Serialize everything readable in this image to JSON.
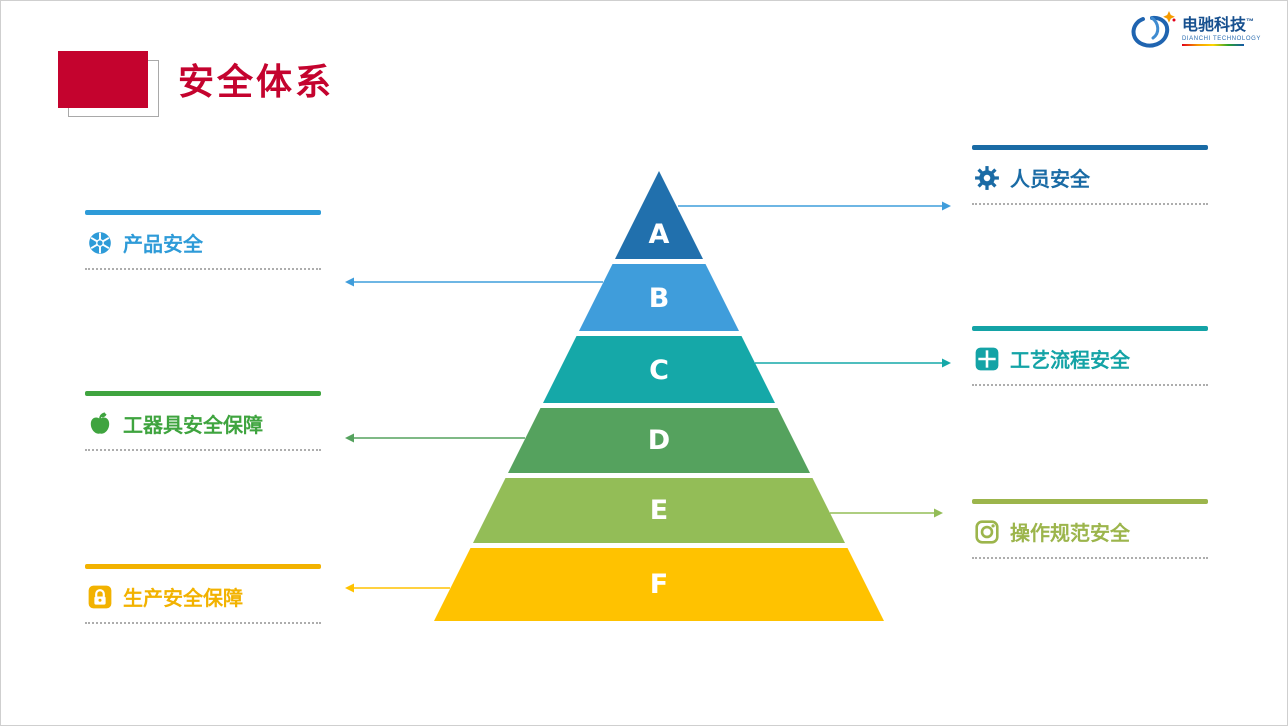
{
  "slide": {
    "title": "安全体系",
    "title_color": "#c4032e",
    "box_color": "#c4032e"
  },
  "logo": {
    "brand": "电驰科技",
    "tm": "™",
    "caption": "DIANCHI TECHNOLOGY"
  },
  "pyramid": {
    "levels": [
      {
        "label": "A",
        "color": "#2170ad"
      },
      {
        "label": "B",
        "color": "#3f9ddb"
      },
      {
        "label": "C",
        "color": "#15a8a8"
      },
      {
        "label": "D",
        "color": "#55a25e"
      },
      {
        "label": "E",
        "color": "#93bd57"
      },
      {
        "label": "F",
        "color": "#ffc200"
      }
    ]
  },
  "arrows": [
    {
      "level": "A",
      "side": "right",
      "color": "#3f9ddb"
    },
    {
      "level": "B",
      "side": "left",
      "color": "#3f9ddb"
    },
    {
      "level": "C",
      "side": "right",
      "color": "#15a8a8"
    },
    {
      "level": "D",
      "side": "left",
      "color": "#55a25e"
    },
    {
      "level": "E",
      "side": "right",
      "color": "#93bd57"
    },
    {
      "level": "F",
      "side": "left",
      "color": "#ffc200"
    }
  ],
  "labels": {
    "left": [
      {
        "text": "产品安全",
        "color": "#2e9bd8",
        "icon": "aperture-icon"
      },
      {
        "text": "工器具安全保障",
        "color": "#3fa43f",
        "icon": "apple-icon"
      },
      {
        "text": "生产安全保障",
        "color": "#f2b200",
        "icon": "lock-icon"
      }
    ],
    "right": [
      {
        "text": "人员安全",
        "color": "#1a6ba5",
        "icon": "gear-icon"
      },
      {
        "text": "工艺流程安全",
        "color": "#14a3a6",
        "icon": "window-grid-icon"
      },
      {
        "text": "操作规范安全",
        "color": "#9cb54c",
        "icon": "camera-icon"
      }
    ]
  }
}
